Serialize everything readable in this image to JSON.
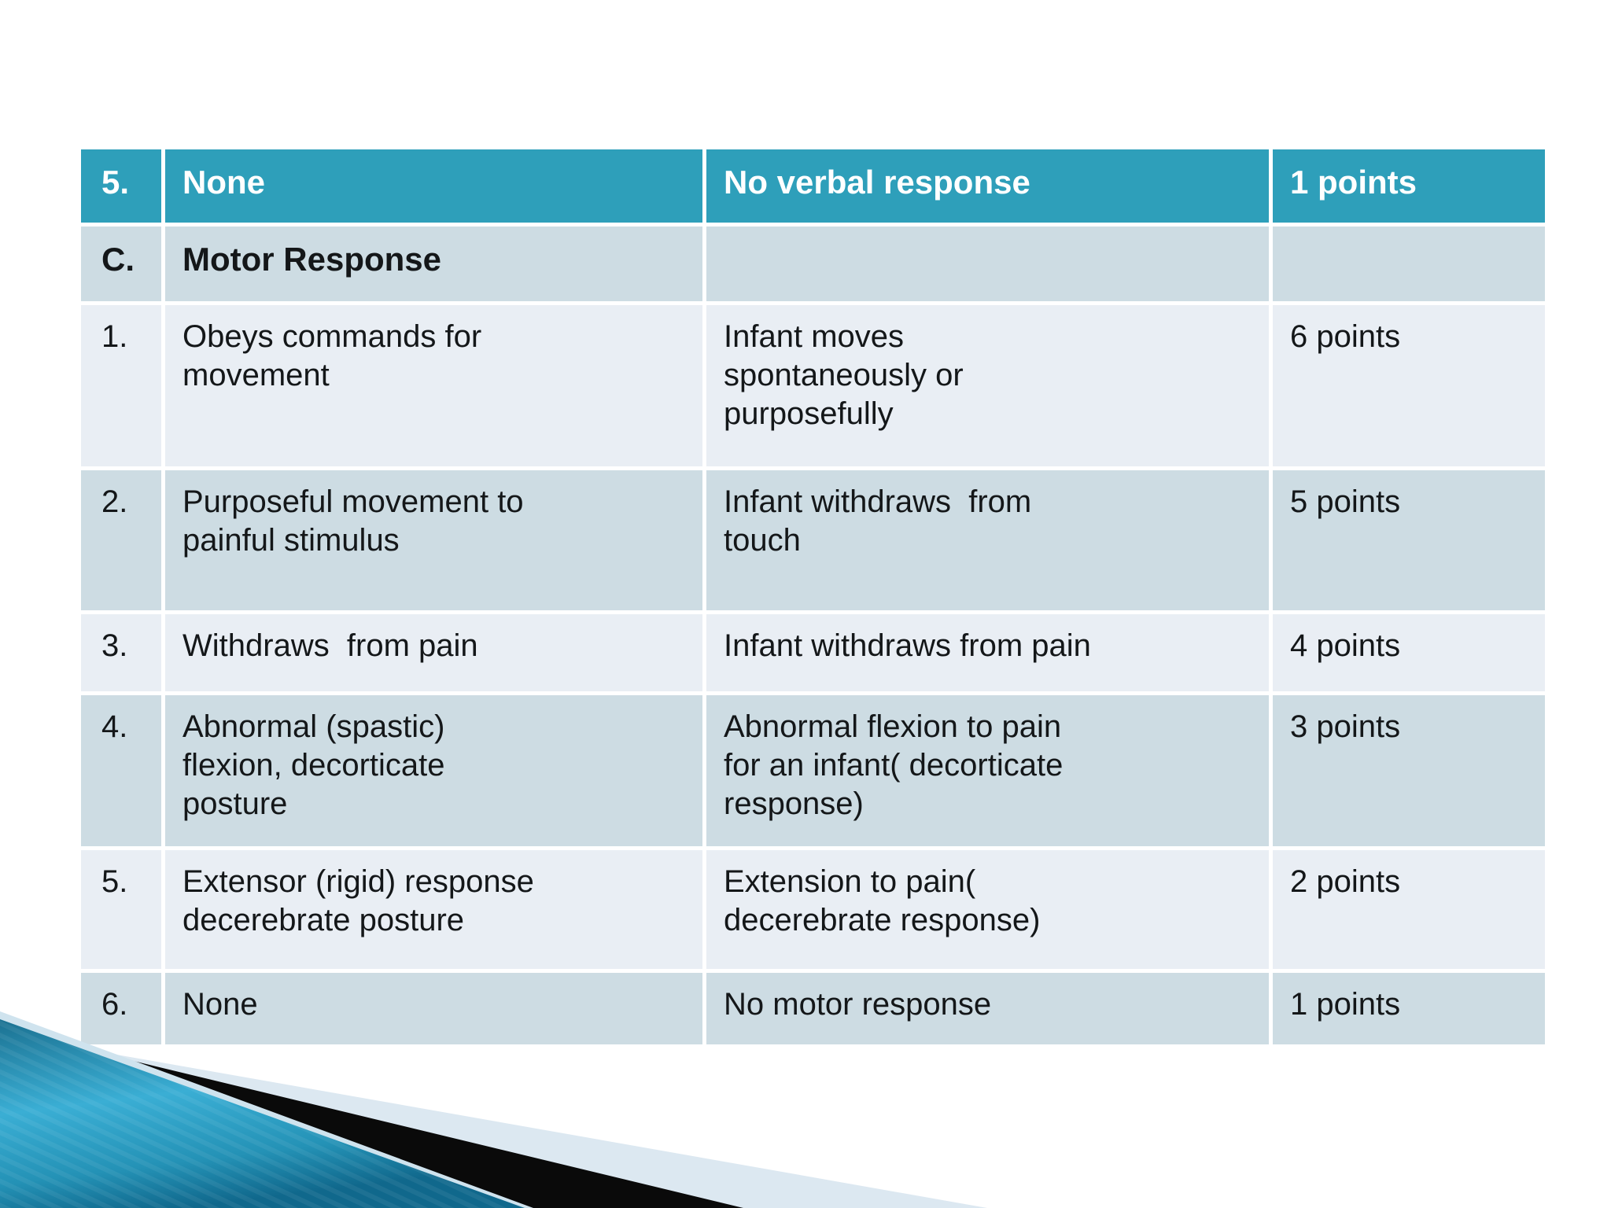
{
  "slide": {
    "colors": {
      "header_bg": "#2E9FBA",
      "header_text": "#FFFFFF",
      "row_dark": "#CDDCE3",
      "row_light": "#E9EEF4",
      "body_text": "#141719",
      "decor_pale": "#DCE8F1",
      "decor_black": "#0A0A0A",
      "decor_teal_dark": "#16688A",
      "decor_teal_bright": "#3AAED4"
    },
    "table": {
      "rows": [
        {
          "num": "5.",
          "label": "None",
          "desc": "No verbal response",
          "points": "1 points"
        },
        {
          "num": "C.",
          "label": "Motor Response",
          "desc": "",
          "points": ""
        },
        {
          "num": "1.",
          "label": "Obeys commands for\nmovement",
          "desc": "Infant moves\nspontaneously or\npurposefully",
          "points": "6 points"
        },
        {
          "num": "2.",
          "label": "Purposeful movement to\npainful stimulus",
          "desc": "Infant withdraws  from\ntouch",
          "points": "5 points"
        },
        {
          "num": "3.",
          "label": "Withdraws  from pain",
          "desc": "Infant withdraws from pain",
          "points": "4 points"
        },
        {
          "num": "4.",
          "label": "Abnormal (spastic)\nflexion, decorticate\nposture",
          "desc": "Abnormal flexion to pain\nfor an infant( decorticate\nresponse)",
          "points": "3 points"
        },
        {
          "num": "5.",
          "label": "Extensor (rigid) response\ndecerebrate posture",
          "desc": "Extension to pain(\ndecerebrate response)",
          "points": "2 points"
        },
        {
          "num": "6.",
          "label": "None",
          "desc": "No motor response",
          "points": "1 points"
        }
      ]
    }
  }
}
